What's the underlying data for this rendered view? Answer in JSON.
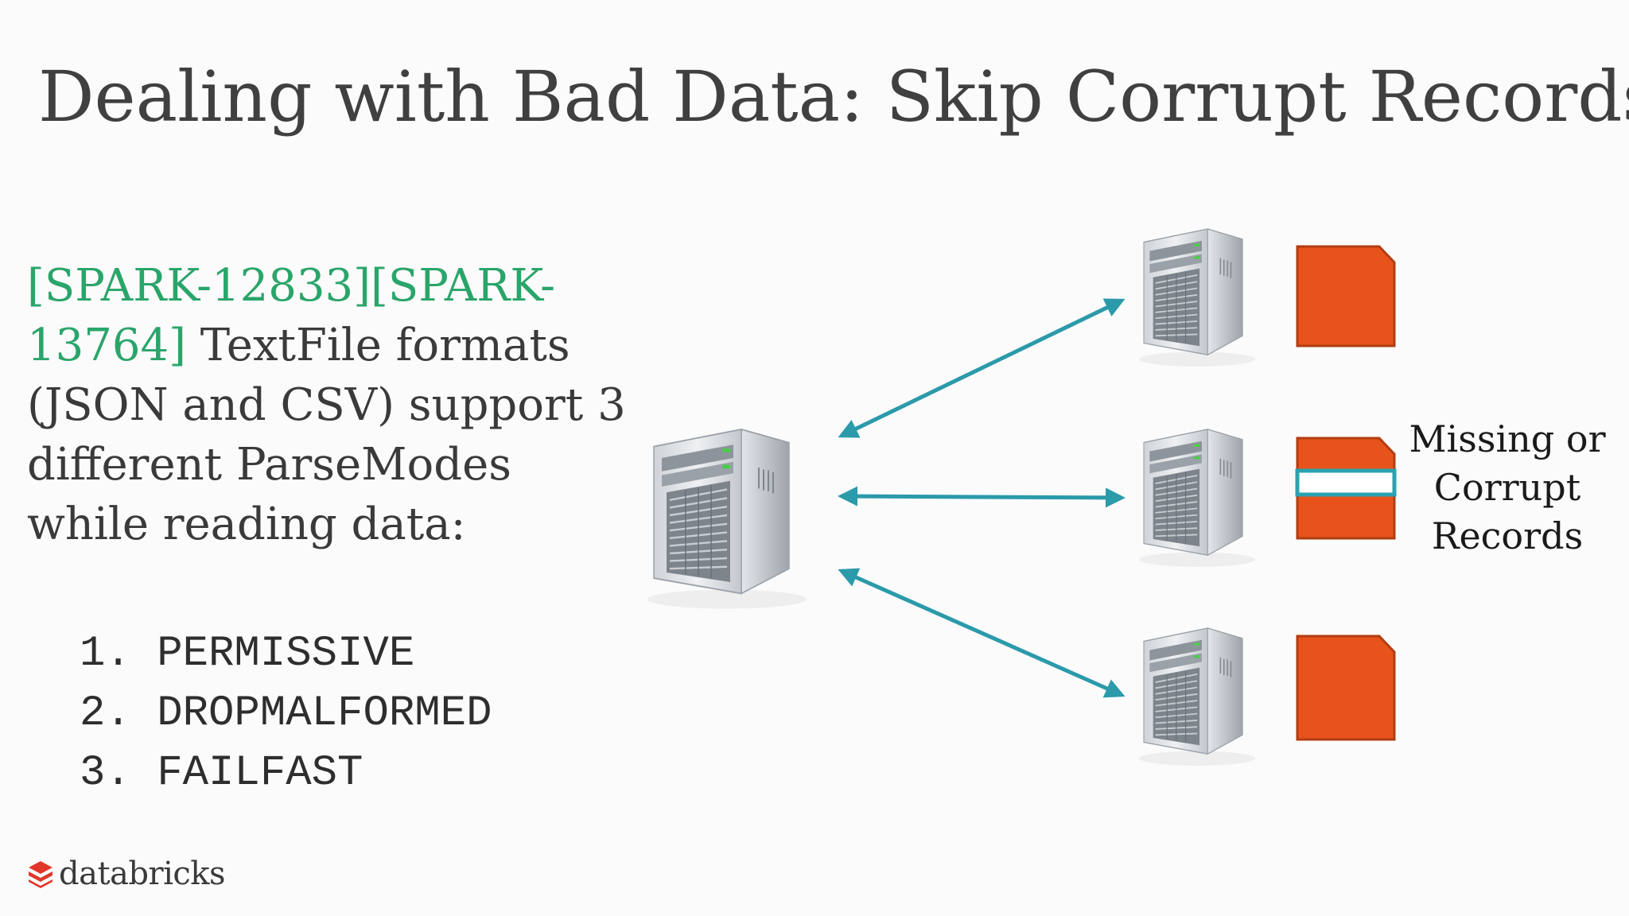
{
  "slide": {
    "title": "Dealing with Bad Data: Skip Corrupt Records",
    "body": {
      "jira_line1": "[SPARK-12833][SPARK-",
      "jira_line2": "13764]",
      "line2_rest": " TextFile formats",
      "line3": "(JSON and CSV) support 3",
      "line4": "different ParseModes",
      "line5": "while reading data:"
    },
    "modes": [
      "1. PERMISSIVE",
      "2. DROPMALFORMED",
      "3. FAILFAST"
    ],
    "diagram": {
      "side_label": [
        "Missing or",
        "Corrupt",
        "Records"
      ],
      "colors": {
        "arrow": "#2b9aaa",
        "file": "#e8531c",
        "file_border": "#b13d12",
        "corrupt_band": "#2aa3b0"
      }
    },
    "logo": {
      "text": "databricks",
      "color": "#e0372a"
    }
  }
}
